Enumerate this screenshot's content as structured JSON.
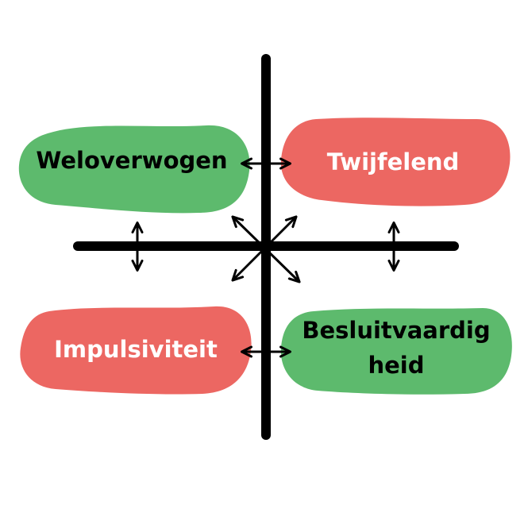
{
  "colors": {
    "green": "#5dba6d",
    "red": "#ec6762",
    "axis": "#000000",
    "dark_text": "#000000",
    "light_text": "#ffffff"
  },
  "quadrants": {
    "top_left": {
      "label": "Weloverwogen"
    },
    "top_right": {
      "label": "Twijfelend"
    },
    "bottom_left": {
      "label": "Impulsiviteit"
    },
    "bottom_right": {
      "line1": "Besluitvaardig",
      "line2": "heid"
    }
  }
}
